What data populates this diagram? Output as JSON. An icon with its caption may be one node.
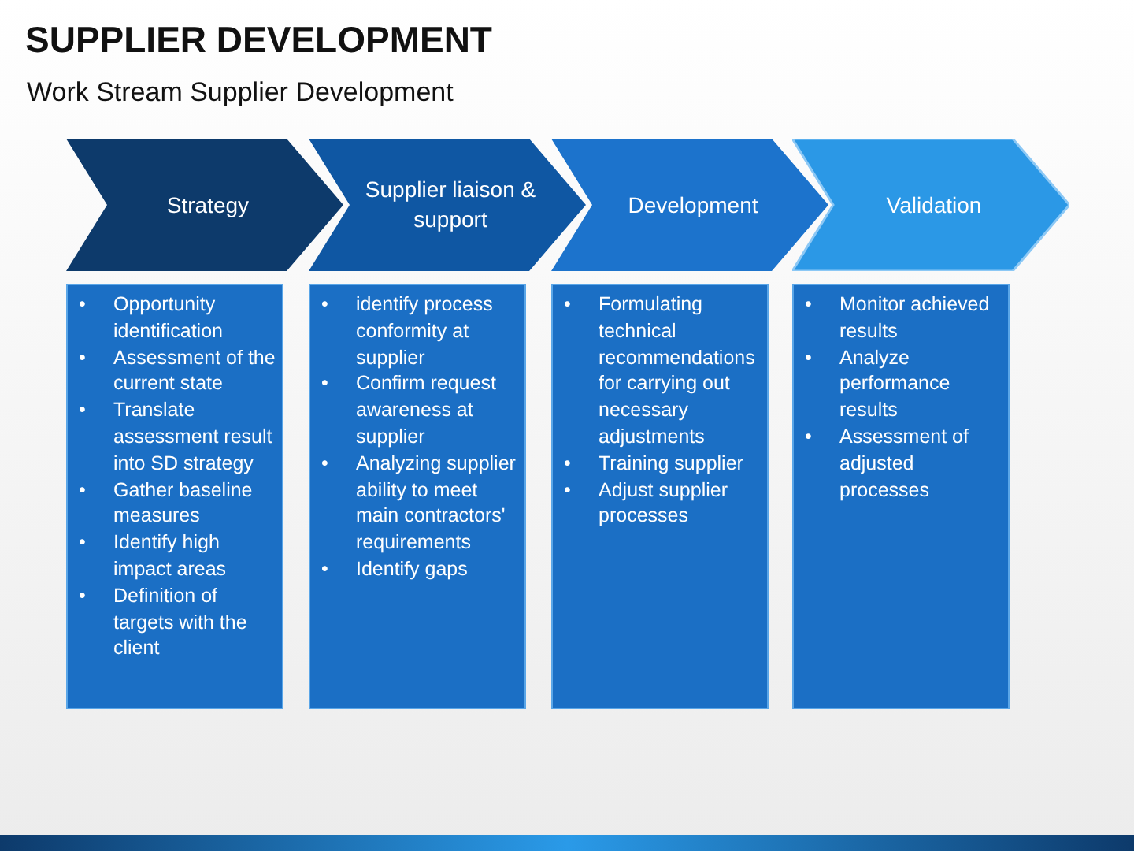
{
  "diagram": {
    "title": "SUPPLIER DEVELOPMENT",
    "labels": [
      "Work Stream Supplier Development"
    ],
    "nodes": [
      {
        "text": [
          "Strategy"
        ]
      },
      {
        "text": [
          "Supplier liaison & support"
        ]
      },
      {
        "text": [
          "Development"
        ]
      },
      {
        "text": [
          "Validation"
        ]
      },
      {
        "text": [
          "• Opportunity identification",
          "• Assessment of the current state",
          "• Translate assessment result into SD strategy",
          "• Gather baseline measures",
          "• Identify high impact areas",
          "• Definition of targets with the client"
        ]
      },
      {
        "text": [
          "• identify process conformity at supplier",
          "• Confirm request awareness at supplier",
          "• Analyzing supplier ability to meet main contractors' requirements",
          "• Identify gaps"
        ]
      },
      {
        "text": [
          "• Formulating technical recommendations for carrying out necessary adjustments",
          "• Training supplier",
          "• Adjust supplier processes"
        ]
      },
      {
        "text": [
          "• Monitor achieved results",
          "• Analyze performance results",
          "• Assessment of adjusted processes"
        ]
      }
    ],
    "edges": []
  }
}
